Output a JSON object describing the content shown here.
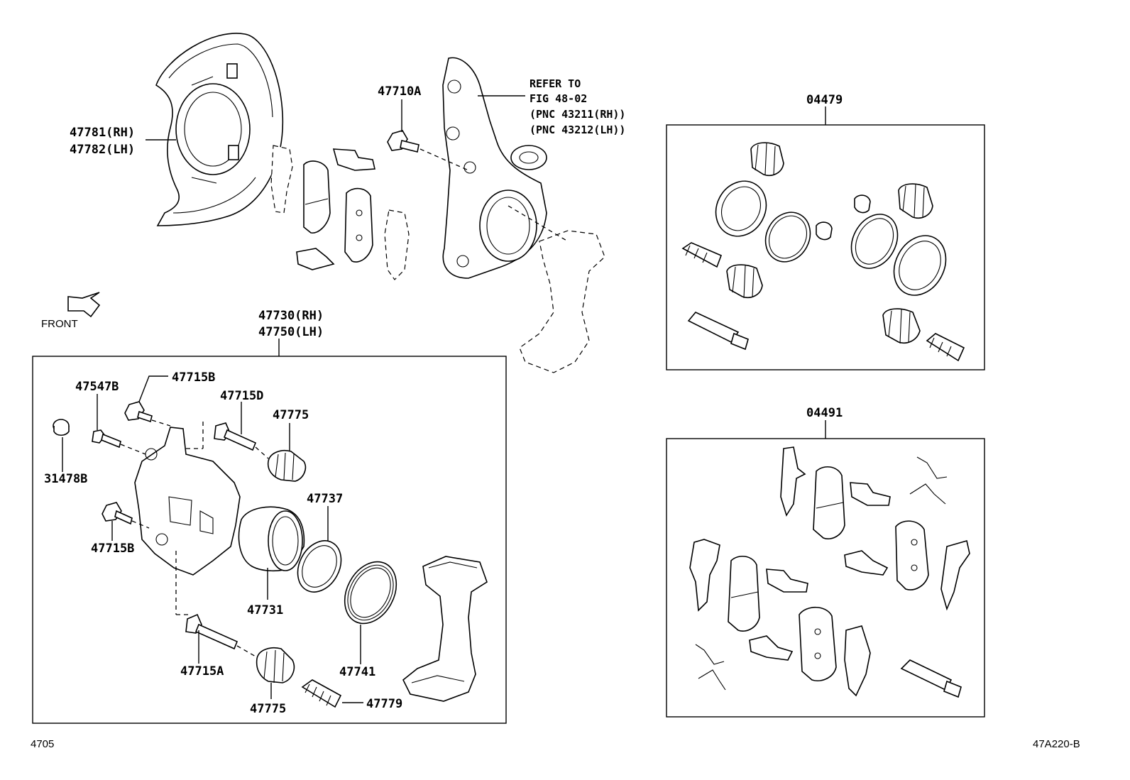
{
  "labels": {
    "shield_rh": "47781(RH)",
    "shield_lh": "47782(LH)",
    "bolt_47710a": "47710A",
    "refer_1": "REFER TO",
    "refer_2": "FIG 48-02",
    "refer_3": "(PNC 43211(RH))",
    "refer_4": "(PNC 43212(LH))",
    "kit_04479": "04479",
    "kit_04491": "04491",
    "front": "FRONT",
    "caliper_rh": "47730(RH)",
    "caliper_lh": "47750(LH)",
    "p47715b_top": "47715B",
    "p47547b": "47547B",
    "p47715d": "47715D",
    "p47775_top": "47775",
    "p31478b": "31478B",
    "p47737": "47737",
    "p47715b_bottom": "47715B",
    "p47731": "47731",
    "p47741": "47741",
    "p47715a": "47715A",
    "p47775_bottom": "47775",
    "p47779": "47779"
  },
  "footer": {
    "left_code": "4705",
    "right_code": "47A220-B"
  },
  "icons": {
    "front_arrow": "front-arrow-icon"
  }
}
